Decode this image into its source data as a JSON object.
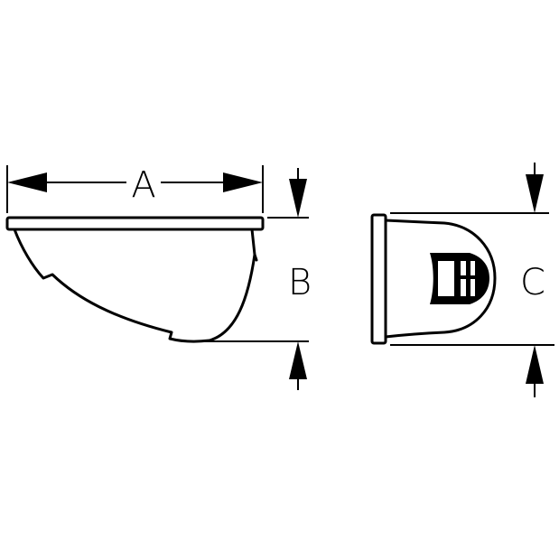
{
  "dimensions": {
    "a": "A",
    "b": "B",
    "c": "C"
  },
  "colors": {
    "ink": "#000000",
    "background": "#ffffff"
  }
}
